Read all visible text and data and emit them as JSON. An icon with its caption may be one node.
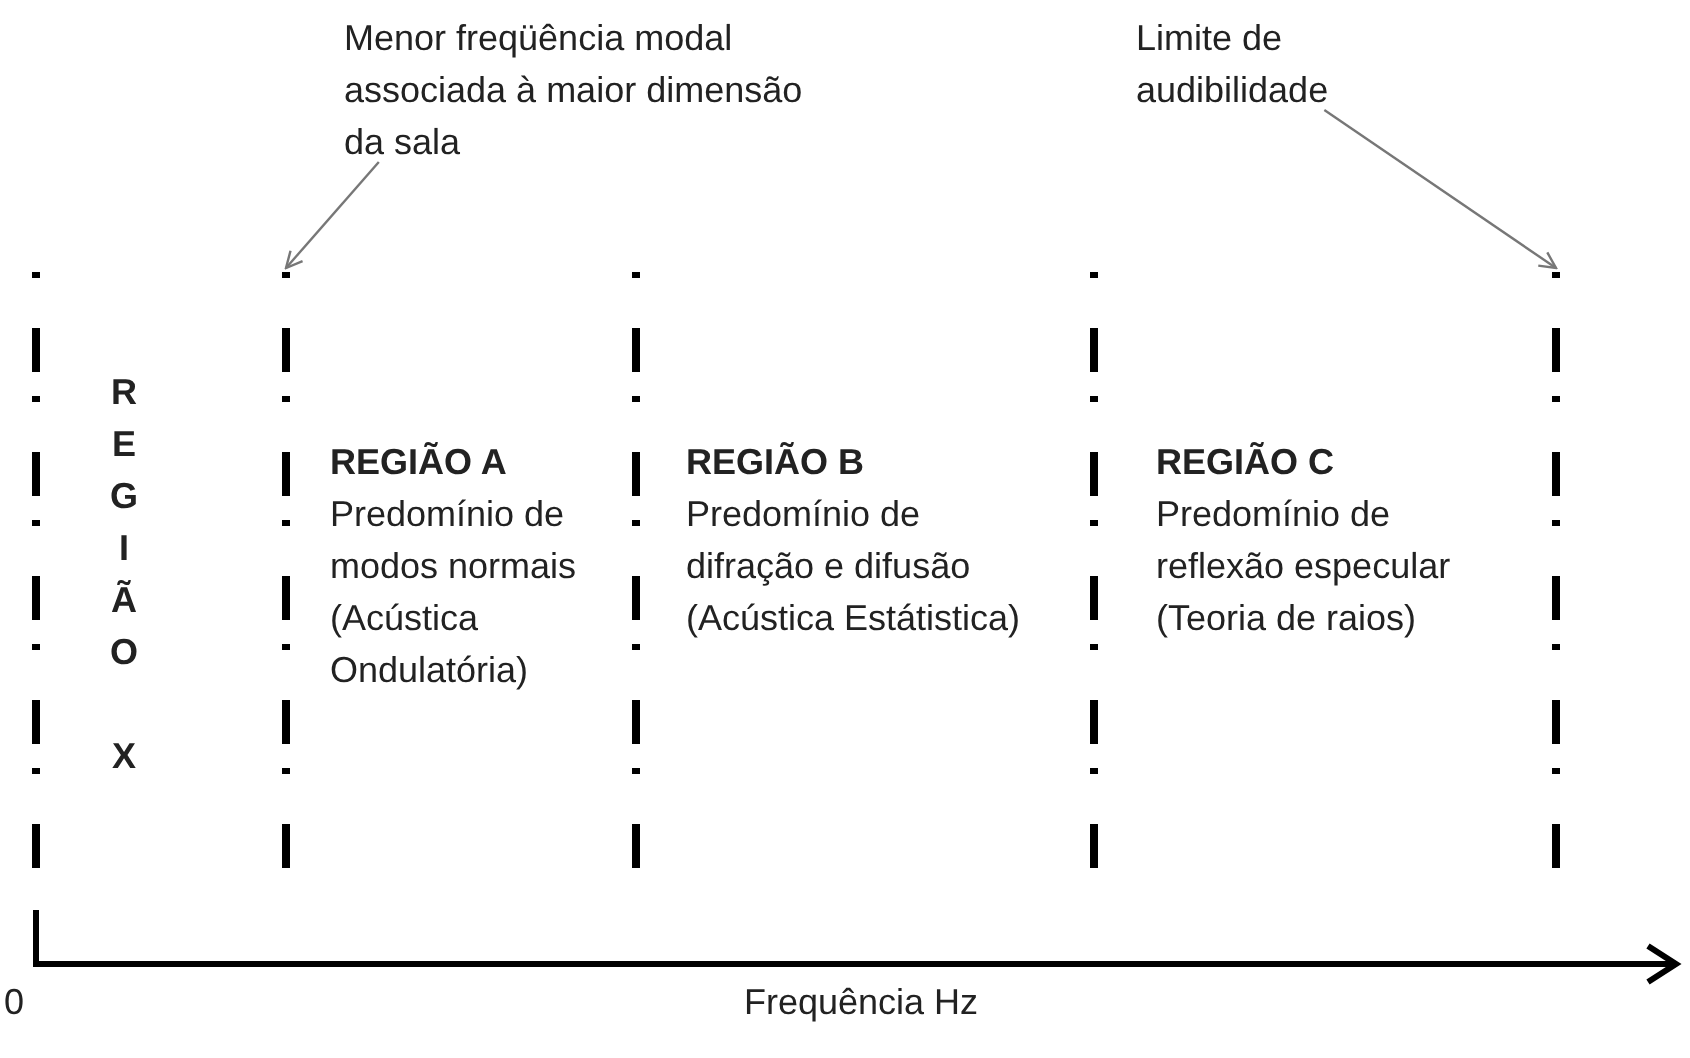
{
  "diagram": {
    "nodes": [
      {
        "text": [
          "Menor freqüência modal associada à maior dimensão da sala"
        ]
      },
      {
        "text": [
          "Limite de audibilidade"
        ]
      },
      {
        "text": [],
        "shape": "line"
      },
      {
        "text": [],
        "shape": "line"
      }
    ],
    "edges": [
      {
        "from": 0,
        "to": 2,
        "arrow": "to"
      },
      {
        "from": 1,
        "to": 3,
        "arrow": "to"
      }
    ],
    "labels": [
      "REGIÃO X",
      "REGIÃO A",
      "Predomínio de modos normais (Acústica Ondulatória)",
      "REGIÃO B",
      "Predomínio de difração e difusão (Acústica Estátistica)",
      "REGIÃO C",
      "Predomínio de reflexão especular (Teoria de raios)",
      "0",
      "Frequência Hz"
    ]
  }
}
